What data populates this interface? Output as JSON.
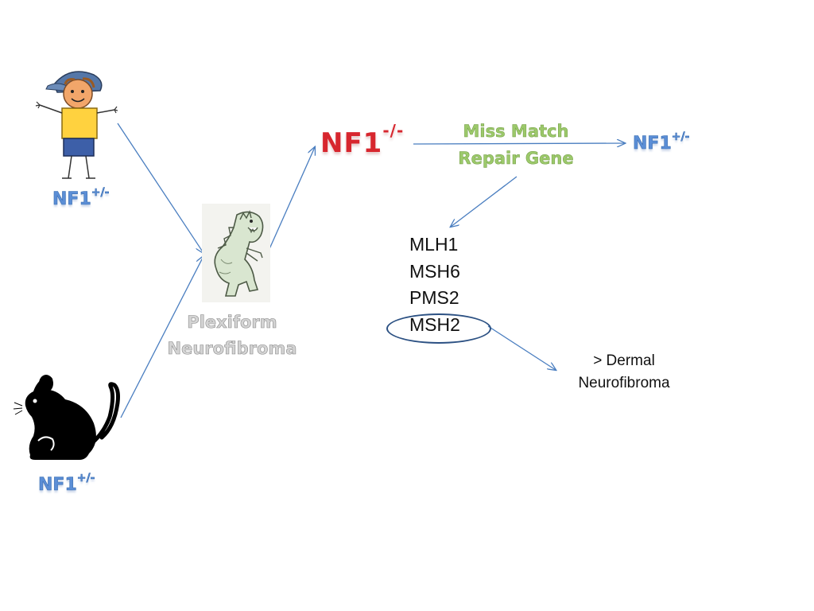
{
  "nodes": {
    "child_genotype": {
      "base": "NF1",
      "sup": "+/-"
    },
    "mouse_genotype": {
      "base": "NF1",
      "sup": "+/-"
    },
    "center_genotype": {
      "base": "NF1",
      "sup": "-/-"
    },
    "right_genotype": {
      "base": "NF1",
      "sup": "+/-"
    },
    "tumor_label": {
      "line1": "Plexiform",
      "line2": "Neurofibroma"
    },
    "mmr_label": {
      "line1": "Miss Match",
      "line2": "Repair Gene"
    },
    "genes": [
      "MLH1",
      "MSH6",
      "PMS2",
      "MSH2"
    ],
    "dermal_label": {
      "line1": "> Dermal",
      "line2": "Neurofibroma"
    }
  },
  "icons": {
    "child": "child-drawing-icon",
    "monster": "monster-drawing-icon",
    "mouse": "mouse-silhouette-icon"
  },
  "colors": {
    "arrow": "#4a7ec0",
    "nf_red": "#d7262e",
    "nf_blue": "#5b8ed6",
    "mmr_green": "#9cc96b",
    "circle": "#2c5183"
  }
}
